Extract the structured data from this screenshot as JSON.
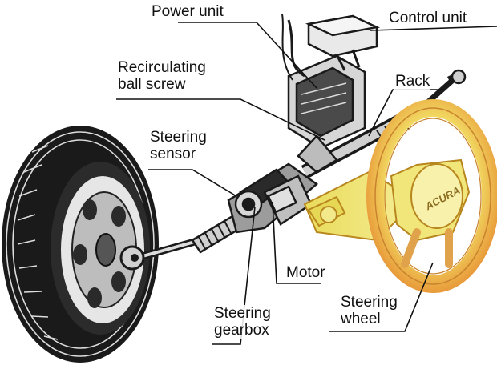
{
  "labels": {
    "power_unit": "Power unit",
    "control_unit": "Control unit",
    "recirculating_ball_screw": [
      "Recirculating",
      "ball screw"
    ],
    "rack": "Rack",
    "steering_sensor": [
      "Steering",
      "sensor"
    ],
    "motor": "Motor",
    "steering_gearbox": [
      "Steering",
      "gearbox"
    ],
    "steering_wheel": [
      "Steering",
      "wheel"
    ]
  },
  "steering_wheel_badge": "ACURA",
  "colors": {
    "line": "#111111",
    "wheel_fill": "#f3e66a",
    "wheel_edge": "#e89a3a",
    "column_fill": "#eee06a",
    "metal": "#d9d9d9",
    "dark": "#1a1a1a"
  },
  "icons": [
    "tire-illustration",
    "rack-and-pinion-illustration",
    "steering-wheel-illustration"
  ]
}
